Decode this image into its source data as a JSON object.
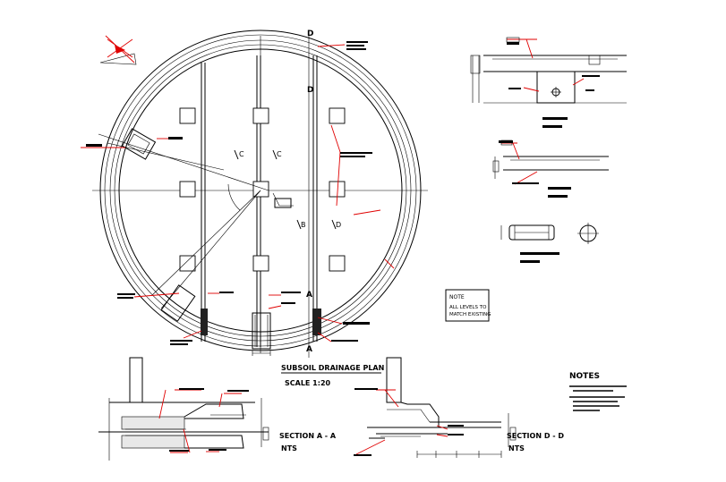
{
  "plan": {
    "title": "SUBSOIL DRAINAGE PLAN",
    "scale": "SCALE 1:20"
  },
  "sections": {
    "a": {
      "title": "SECTION A - A",
      "scale": "NTS"
    },
    "d": {
      "title": "SECTION D - D",
      "scale": "NTS"
    }
  },
  "section_letters": [
    "D",
    "D",
    "A",
    "A",
    "C",
    "C",
    "B",
    "D"
  ],
  "note_box": {
    "heading": "NOTE",
    "line1": "ALL LEVELS TO",
    "line2": "MATCH EXISTING"
  },
  "notes_heading": "NOTES",
  "colors": {
    "line": "#000000",
    "accent": "#e00000",
    "paper": "#ffffff"
  }
}
